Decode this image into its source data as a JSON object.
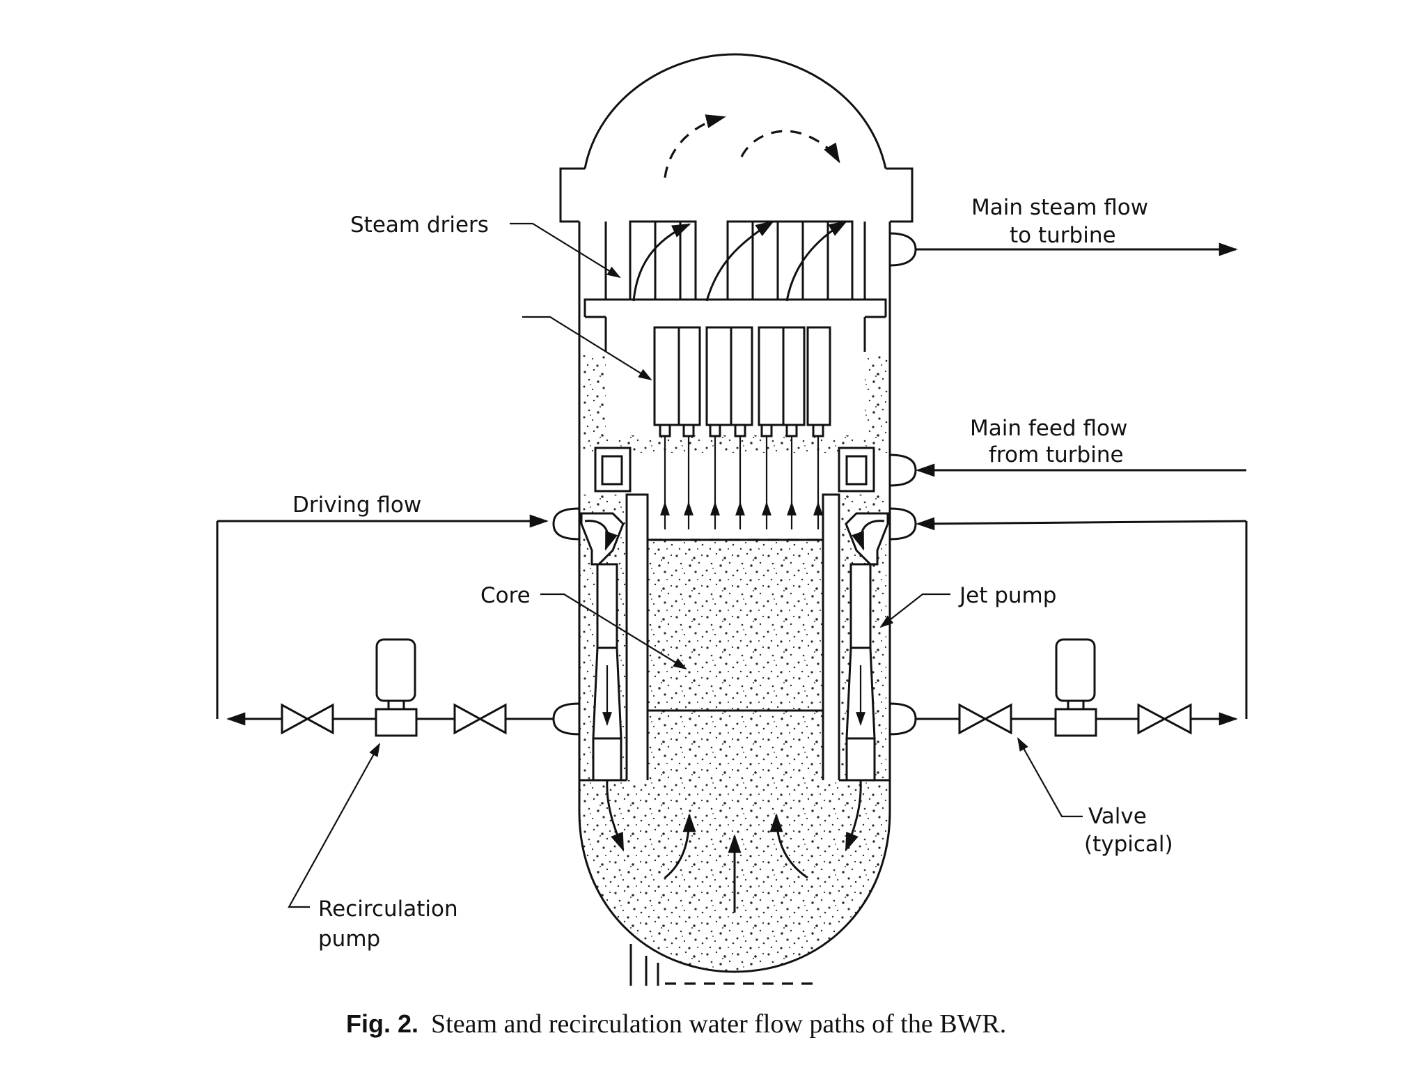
{
  "labels": {
    "steam_driers": "Steam driers",
    "main_steam": [
      "Main steam flow",
      "to turbine"
    ],
    "main_feed": [
      "Main feed flow",
      "from turbine"
    ],
    "driving_flow": "Driving flow",
    "core": "Core",
    "jet_pump": "Jet pump",
    "valve": [
      "Valve",
      "(typical)"
    ],
    "recirculation_pump": [
      "Recirculation",
      "pump"
    ]
  },
  "caption": {
    "prefix": "Fig. 2.",
    "text": "Steam and recirculation water flow paths of the BWR."
  },
  "colors": {
    "ink": "#111111",
    "background": "#ffffff",
    "water_dots": "#2a2a2a"
  }
}
